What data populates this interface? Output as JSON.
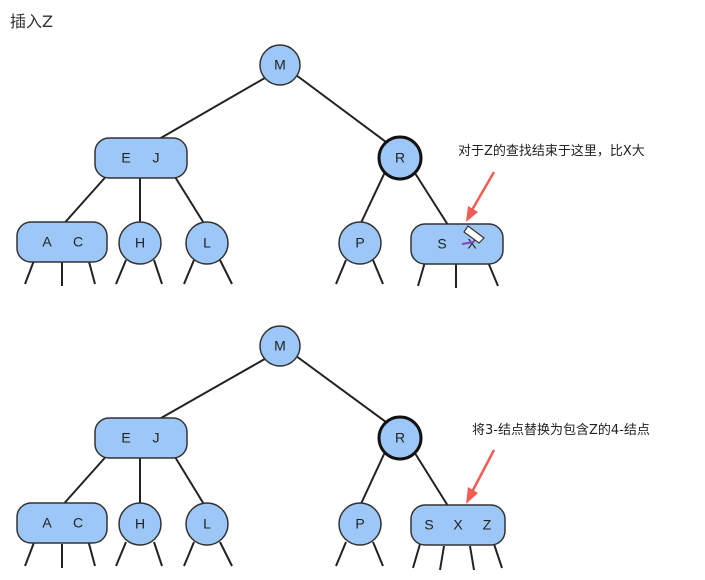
{
  "title": "插入Z",
  "colors": {
    "node_fill": "#9cc7f7",
    "node_stroke": "#333333",
    "arrow": "#f25c54",
    "edge": "#222222"
  },
  "diagrams": [
    {
      "annotation": "对于Z的查找结束于这里，比X大",
      "nodes": {
        "root": [
          "M"
        ],
        "left": [
          "E",
          "J"
        ],
        "right": [
          "R"
        ],
        "ll": [
          "A",
          "C"
        ],
        "lm": [
          "H"
        ],
        "lr": [
          "L"
        ],
        "rl": [
          "P"
        ],
        "rr": [
          "S",
          "X"
        ]
      }
    },
    {
      "annotation": "将3-结点替换为包含Z的4-结点",
      "nodes": {
        "root": [
          "M"
        ],
        "left": [
          "E",
          "J"
        ],
        "right": [
          "R"
        ],
        "ll": [
          "A",
          "C"
        ],
        "lm": [
          "H"
        ],
        "lr": [
          "L"
        ],
        "rl": [
          "P"
        ],
        "rr": [
          "S",
          "X",
          "Z"
        ]
      }
    }
  ]
}
